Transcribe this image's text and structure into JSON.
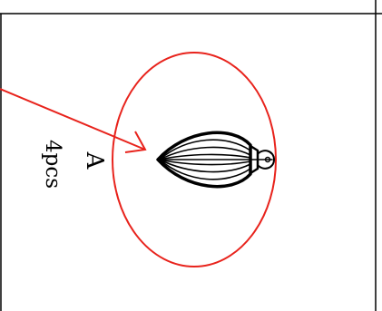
{
  "callout": {
    "letter": "A",
    "quantity": "4pcs"
  },
  "colors": {
    "highlight": "#e8231c",
    "ink": "#000000",
    "frame": "#000000",
    "background": "#ffffff"
  },
  "icons": {
    "part": "bulb-ornament-icon",
    "pointer": "arrow-pointer"
  }
}
